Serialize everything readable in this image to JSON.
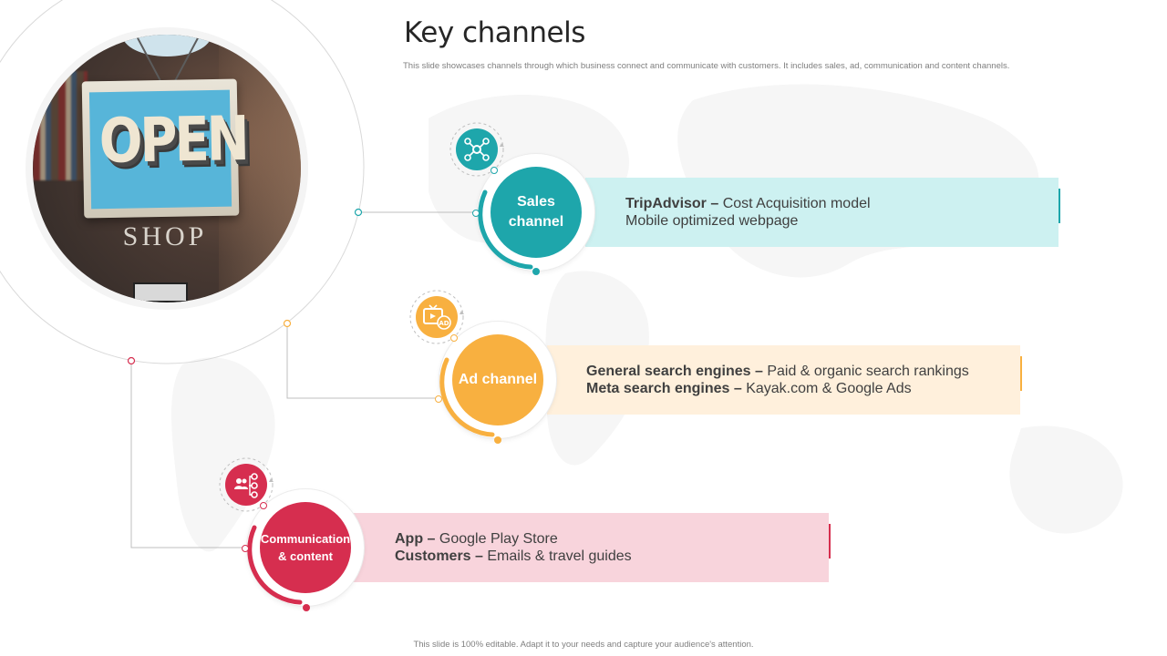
{
  "slide": {
    "title": "Key channels",
    "subtitle": "This slide showcases channels through which business connect and communicate with customers. It includes sales, ad, communication and content channels.",
    "footer": "This slide is 100% editable. Adapt it to your needs and capture your audience's attention."
  },
  "photo": {
    "sign_text": "OPEN",
    "shop_text": "SHOP"
  },
  "channels": [
    {
      "label_line1": "Sales",
      "label_line2": "channel",
      "color": "#1ea6ab",
      "icon": "network-nodes-icon",
      "lines": [
        {
          "bold": "TripAdvisor –",
          "text": " Cost Acquisition model"
        },
        {
          "bold": "",
          "text": "Mobile optimized webpage"
        }
      ]
    },
    {
      "label_line1": "Ad channel",
      "label_line2": "",
      "color": "#f8b040",
      "icon": "tv-ad-icon",
      "lines": [
        {
          "bold": "General search engines –",
          "text": " Paid & organic search rankings"
        },
        {
          "bold": "Meta search engines –",
          "text": " Kayak.com & Google Ads"
        }
      ]
    },
    {
      "label_line1": "Communication",
      "label_line2": "& content",
      "color": "#d62e4f",
      "icon": "users-network-icon",
      "lines": [
        {
          "bold": "App –",
          "text": " Google Play Store"
        },
        {
          "bold": "Customers –",
          "text": " Emails & travel guides"
        }
      ]
    }
  ]
}
